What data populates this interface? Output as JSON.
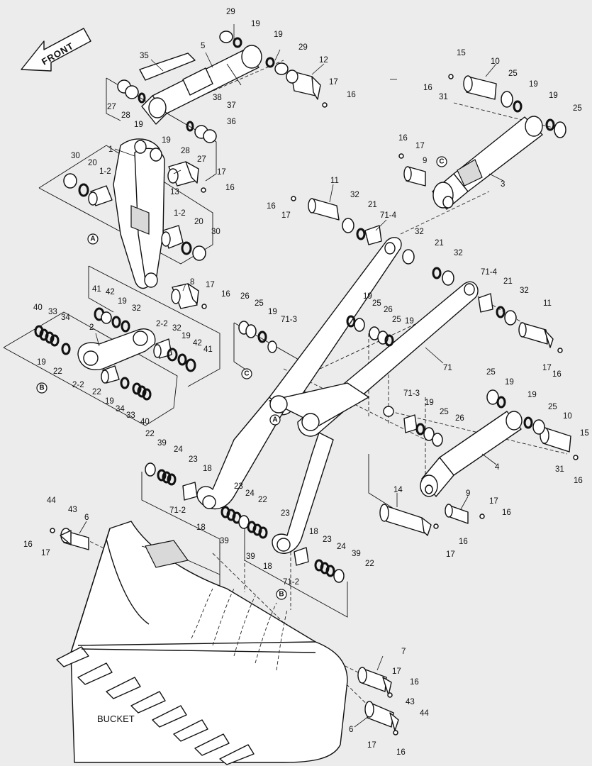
{
  "diagram": {
    "front_label": "FRONT",
    "bucket_label": "BUCKET",
    "markers": [
      "A",
      "B",
      "C"
    ],
    "callouts": [
      "29",
      "19",
      "19",
      "29",
      "5",
      "35",
      "12",
      "17",
      "16",
      "27",
      "28",
      "19",
      "38",
      "37",
      "36",
      "19",
      "28",
      "27",
      "15",
      "16",
      "31",
      "10",
      "25",
      "19",
      "19",
      "25",
      "1",
      "30",
      "20",
      "1-2",
      "13",
      "17",
      "16",
      "16",
      "17",
      "9",
      "3",
      "11",
      "16",
      "17",
      "32",
      "21",
      "71-4",
      "1-2",
      "20",
      "30",
      "32",
      "21",
      "32",
      "71-4",
      "21",
      "32",
      "11",
      "8",
      "17",
      "16",
      "41",
      "42",
      "19",
      "32",
      "40",
      "33",
      "34",
      "2",
      "26",
      "25",
      "19",
      "71-3",
      "19",
      "25",
      "26",
      "25",
      "19",
      "2-2",
      "32",
      "19",
      "42",
      "41",
      "71",
      "19",
      "22",
      "2-2",
      "22",
      "19",
      "34",
      "33",
      "40",
      "17",
      "16",
      "25",
      "19",
      "19",
      "25",
      "10",
      "71-3",
      "19",
      "25",
      "26",
      "15",
      "31",
      "16",
      "22",
      "39",
      "24",
      "23",
      "18",
      "4",
      "71-2",
      "23",
      "24",
      "22",
      "23",
      "14",
      "18",
      "39",
      "39",
      "18",
      "9",
      "17",
      "16",
      "44",
      "43",
      "6",
      "16",
      "17",
      "18",
      "23",
      "24",
      "39",
      "22",
      "71-2",
      "16",
      "17",
      "7",
      "17",
      "16",
      "43",
      "44",
      "6",
      "17",
      "16"
    ]
  }
}
